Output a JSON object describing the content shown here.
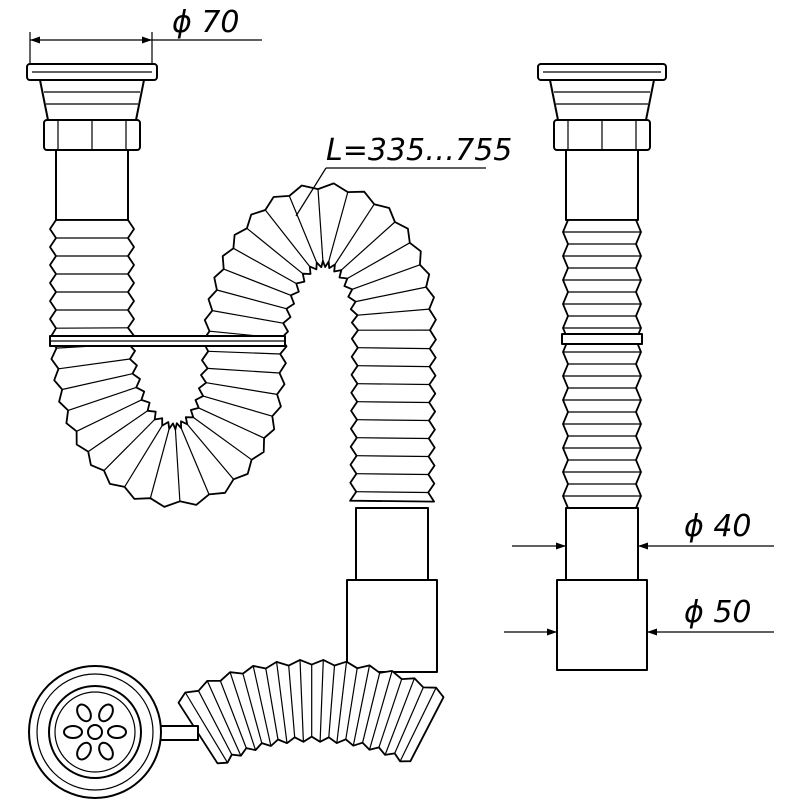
{
  "dimensions": {
    "rim_diameter": "ϕ 70",
    "hose_length": "L=335…755",
    "outlet_inner_diameter": "ϕ 40",
    "outlet_outer_diameter": "ϕ 50"
  }
}
